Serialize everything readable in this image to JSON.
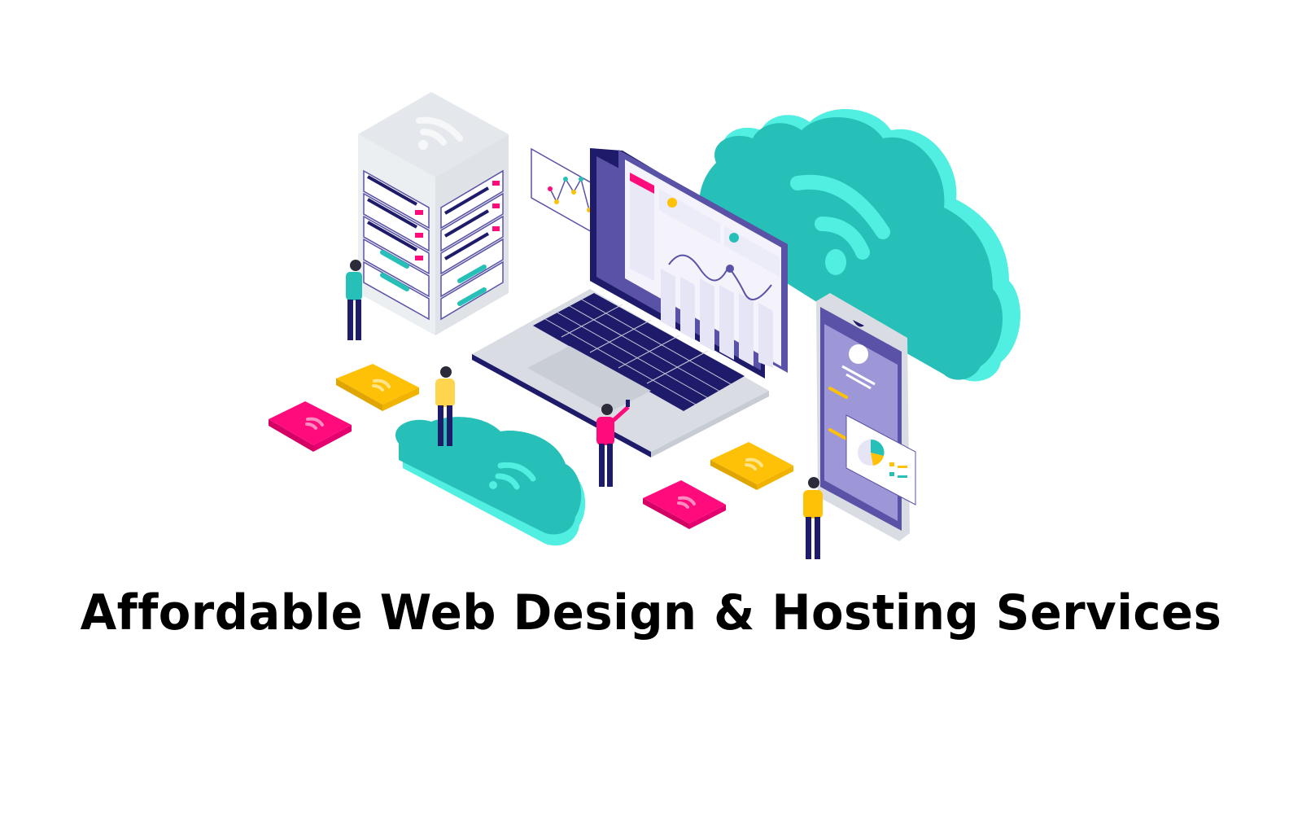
{
  "title": "Affordable Web Design & Hosting Services",
  "illustration": {
    "elements": [
      "server-rack",
      "laptop-dashboard",
      "floating-line-chart-card",
      "large-cloud",
      "small-cloud",
      "smartphone",
      "pie-chart-card",
      "wifi-folders",
      "people"
    ],
    "folders": [
      {
        "color": "#ff0b7c",
        "icon": "wifi-icon"
      },
      {
        "color": "#ffc107",
        "icon": "wifi-icon"
      },
      {
        "color": "#ffc107",
        "icon": "wifi-icon"
      },
      {
        "color": "#ff0b7c",
        "icon": "wifi-icon"
      }
    ]
  },
  "colors": {
    "teal": "#26c0b8",
    "teal_light": "#50efe1",
    "indigo": "#5a52a6",
    "navy": "#1f1b6b",
    "pink": "#ff0b7c",
    "yellow": "#ffc107",
    "grey": "#d9dde3",
    "text": "#000000"
  }
}
